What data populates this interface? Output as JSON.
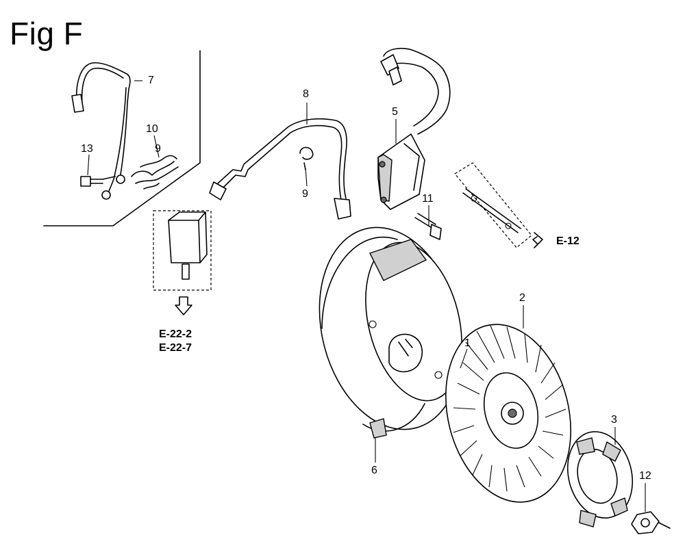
{
  "figure": {
    "title": "Fig F"
  },
  "callouts": {
    "c1": "1",
    "c2": "2",
    "c3": "3",
    "c5": "5",
    "c6": "6",
    "c7": "7",
    "c8": "8",
    "c9a": "9",
    "c9b": "9",
    "c10": "10",
    "c11": "11",
    "c12": "12",
    "c13": "13"
  },
  "references": {
    "e12": "E-12",
    "e22_2": "E-22-2",
    "e22_7": "E-22-7"
  }
}
